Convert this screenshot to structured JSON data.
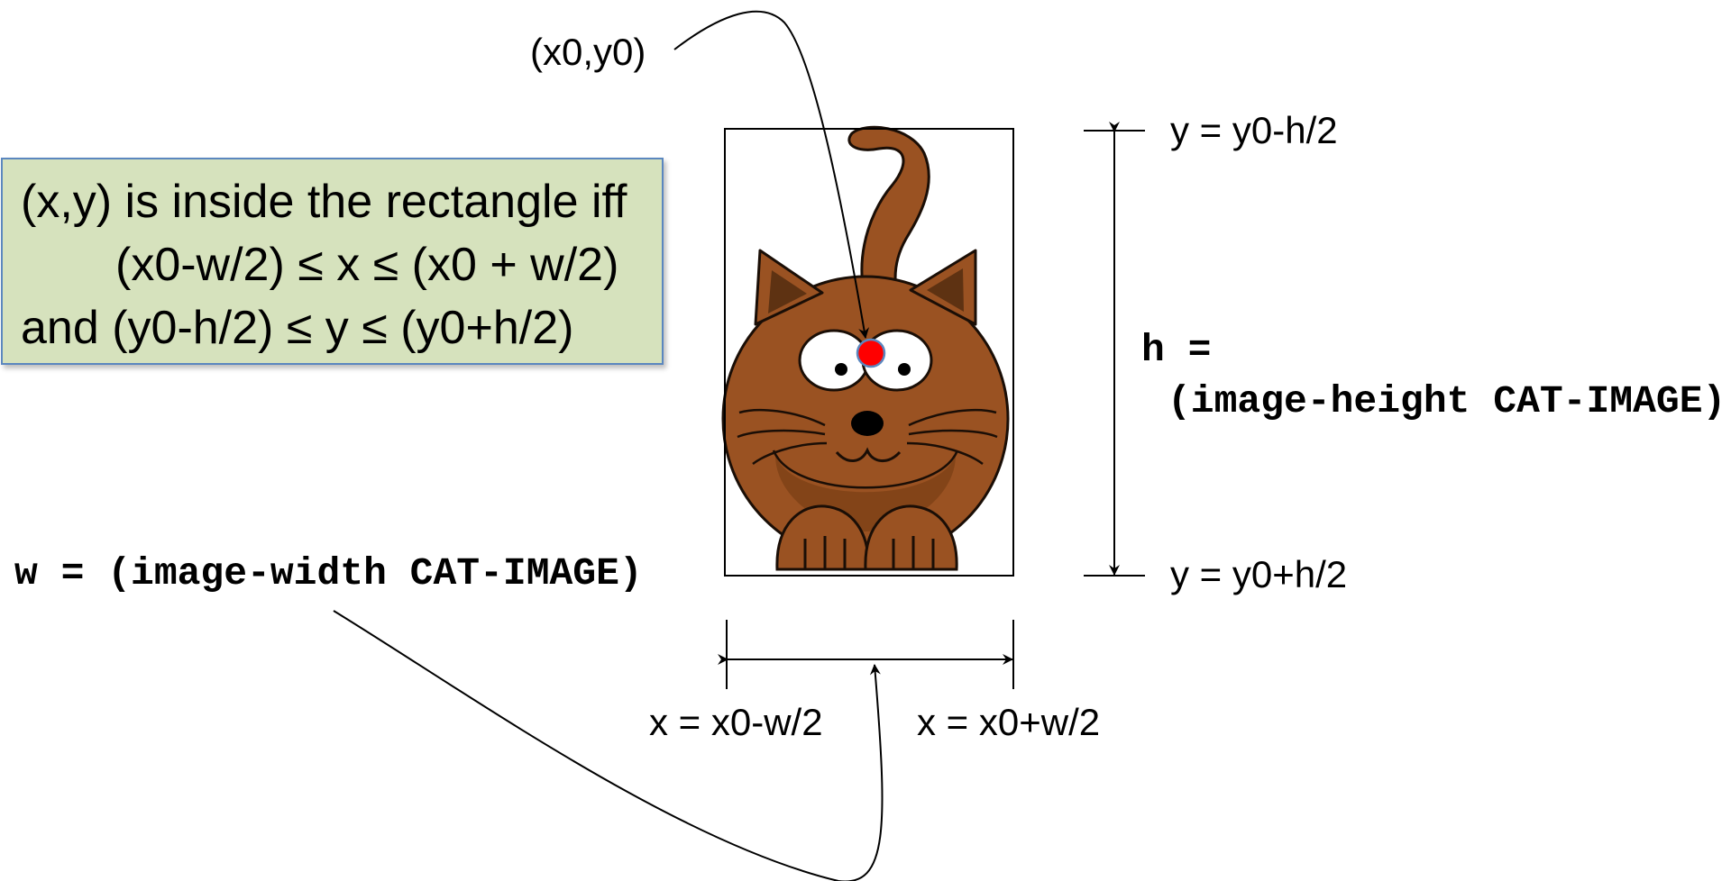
{
  "center_label": "(x0,y0)",
  "condition": {
    "line1": "(x,y) is inside the rectangle iff",
    "line2": "(x0-w/2) ≤ x ≤ (x0 + w/2)",
    "line3": "and  (y0-h/2) ≤ y ≤ (y0+h/2)"
  },
  "top_edge_label": "y = y0-h/2",
  "bottom_edge_label": "y = y0+h/2",
  "height_def": {
    "line1": "h =",
    "line2": "(image-height CAT-IMAGE)"
  },
  "width_def": "w = (image-width CAT-IMAGE)",
  "left_edge_label": "x = x0-w/2",
  "right_edge_label": "x = x0+w/2",
  "colors": {
    "box_fill": "#d6e2bd",
    "box_border": "#5b87bf",
    "center_point": "#ff0000",
    "cat_fur": "#9a5222"
  }
}
